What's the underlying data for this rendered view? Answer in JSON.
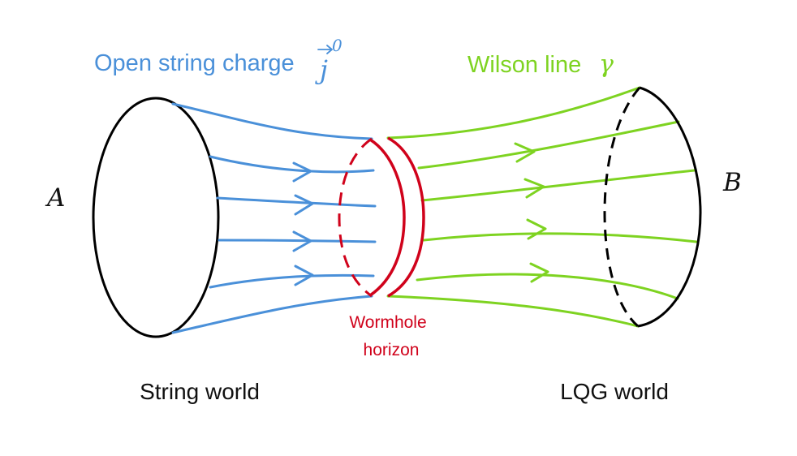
{
  "colors": {
    "string": "#4a90d9",
    "lqg": "#7ed321",
    "horizon": "#d0021b",
    "outline": "#000000",
    "text": "#111111"
  },
  "labels": {
    "open_string_charge": "Open string charge",
    "j_symbol": "j",
    "j_superscript": "0",
    "wilson_line": "Wilson line",
    "gamma_symbol": "γ",
    "boundary_a": "A",
    "boundary_b": "B",
    "horizon_line1": "Wormhole",
    "horizon_line2": "horizon",
    "string_world": "String world",
    "lqg_world": "LQG world"
  }
}
